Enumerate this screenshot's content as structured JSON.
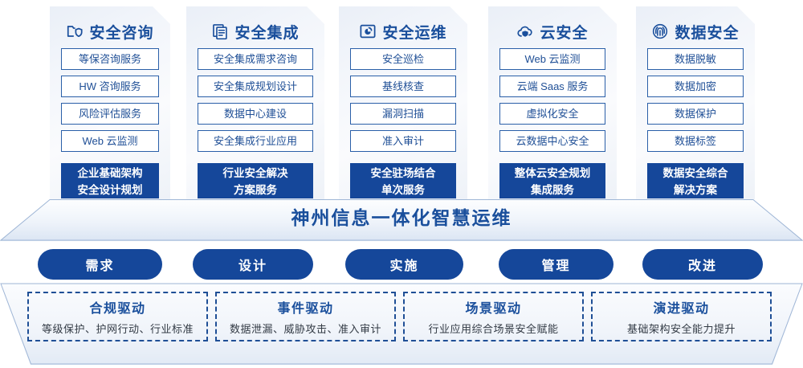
{
  "pillars": [
    {
      "title": "安全咨询",
      "icon": "folder-shield-icon",
      "items": [
        "等保咨询服务",
        "HW 咨询服务",
        "风险评估服务",
        "Web 云监测"
      ],
      "highlight": [
        "企业基础架构",
        "安全设计规划"
      ]
    },
    {
      "title": "安全集成",
      "icon": "documents-stack-icon",
      "items": [
        "安全集成需求咨询",
        "安全集成规划设计",
        "数据中心建设",
        "安全集成行业应用"
      ],
      "highlight": [
        "行业安全解决",
        "方案服务"
      ]
    },
    {
      "title": "安全运维",
      "icon": "folder-chart-icon",
      "items": [
        "安全巡检",
        "基线核查",
        "漏洞扫描",
        "准入审计"
      ],
      "highlight": [
        "安全驻场结合",
        "单次服务"
      ]
    },
    {
      "title": "云安全",
      "icon": "cloud-shield-icon",
      "items": [
        "Web 云监测",
        "云端 Saas 服务",
        "虚拟化安全",
        "云数据中心安全"
      ],
      "highlight": [
        "整体云安全规划",
        "集成服务"
      ]
    },
    {
      "title": "数据安全",
      "icon": "fingerprint-icon",
      "items": [
        "数据脱敏",
        "数据加密",
        "数据保护",
        "数据标签"
      ],
      "highlight": [
        "数据安全综合",
        "解决方案"
      ]
    }
  ],
  "banner": {
    "text": "神州信息一体化智慧运维"
  },
  "pills": [
    {
      "label": "需求"
    },
    {
      "label": "设计"
    },
    {
      "label": "实施"
    },
    {
      "label": "管理"
    },
    {
      "label": "改进"
    }
  ],
  "drivers": [
    {
      "title": "合规驱动",
      "sub": "等级保护、护网行动、行业标准"
    },
    {
      "title": "事件驱动",
      "sub": "数据泄漏、威胁攻击、准入审计"
    },
    {
      "title": "场景驱动",
      "sub": "行业应用综合场景安全赋能"
    },
    {
      "title": "演进驱动",
      "sub": "基础架构安全能力提升"
    }
  ],
  "colors": {
    "brand_blue": "#15479a",
    "title_blue": "#1a4f9c",
    "item_border": "#2a5fa8",
    "panel_bg": "#eef2f8"
  }
}
